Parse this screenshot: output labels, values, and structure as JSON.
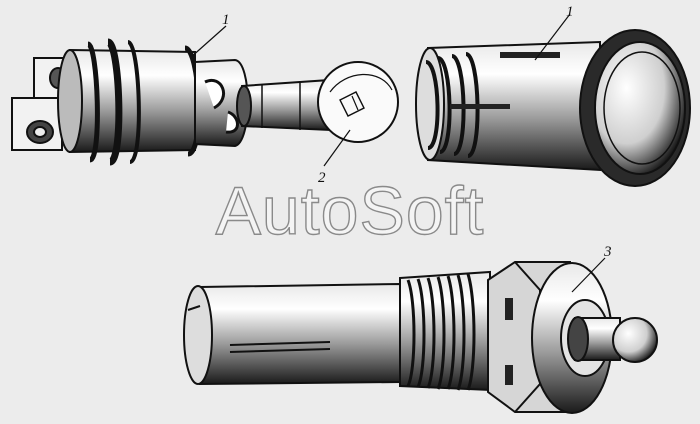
{
  "labels": {
    "one_a": "1",
    "one_b": "1",
    "two": "2",
    "three": "3"
  },
  "watermark": {
    "text": "AutoSoft"
  },
  "colors": {
    "ink": "#111111",
    "background": "#ececec",
    "watermark_outline": "#8a8a8a"
  }
}
